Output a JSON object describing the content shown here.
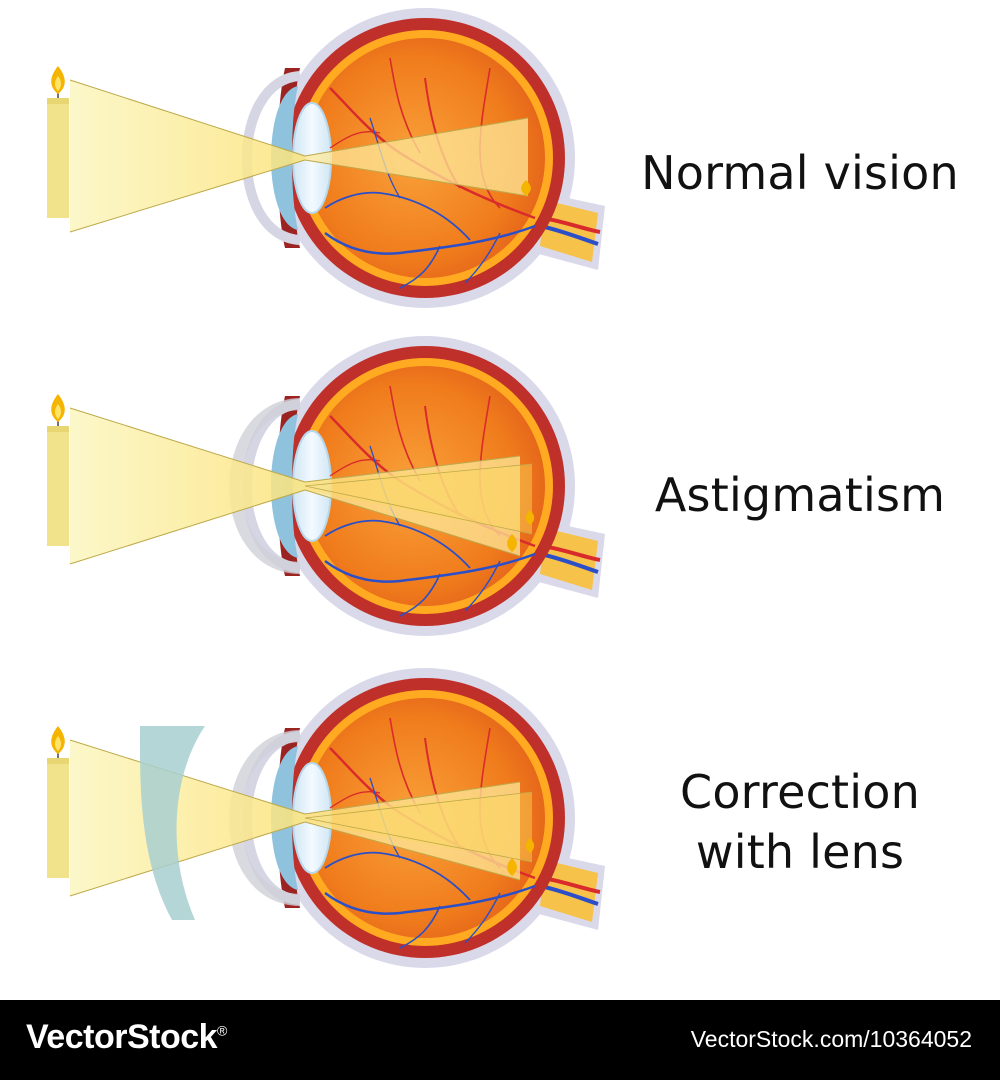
{
  "panels": [
    {
      "id": "normal",
      "label": "Normal vision",
      "focus": "single",
      "corrective_lens": false
    },
    {
      "id": "astigmatism",
      "label": "Astigmatism",
      "focus": "split",
      "corrective_lens": false
    },
    {
      "id": "correction",
      "label_line1": "Correction",
      "label_line2": "with lens",
      "focus": "split",
      "corrective_lens": true
    }
  ],
  "colors": {
    "light_beam": "#fbf5b4",
    "vitreous": "#f07c1c",
    "sclera_outer": "#d9d9ea",
    "choroid": "#c0302a",
    "retina": "#ffaa20",
    "cornea": "#8ec2dd",
    "lens": "#e6f2fb",
    "artery": "#d92b2b",
    "vein": "#2a4fc8",
    "candle": "#f1e38c",
    "flame": "#f5b400",
    "corrective_lens": "#a8cfd0"
  },
  "footer": {
    "brand": "VectorStock",
    "registered_mark": "®",
    "url": "VectorStock.com/10364052"
  }
}
